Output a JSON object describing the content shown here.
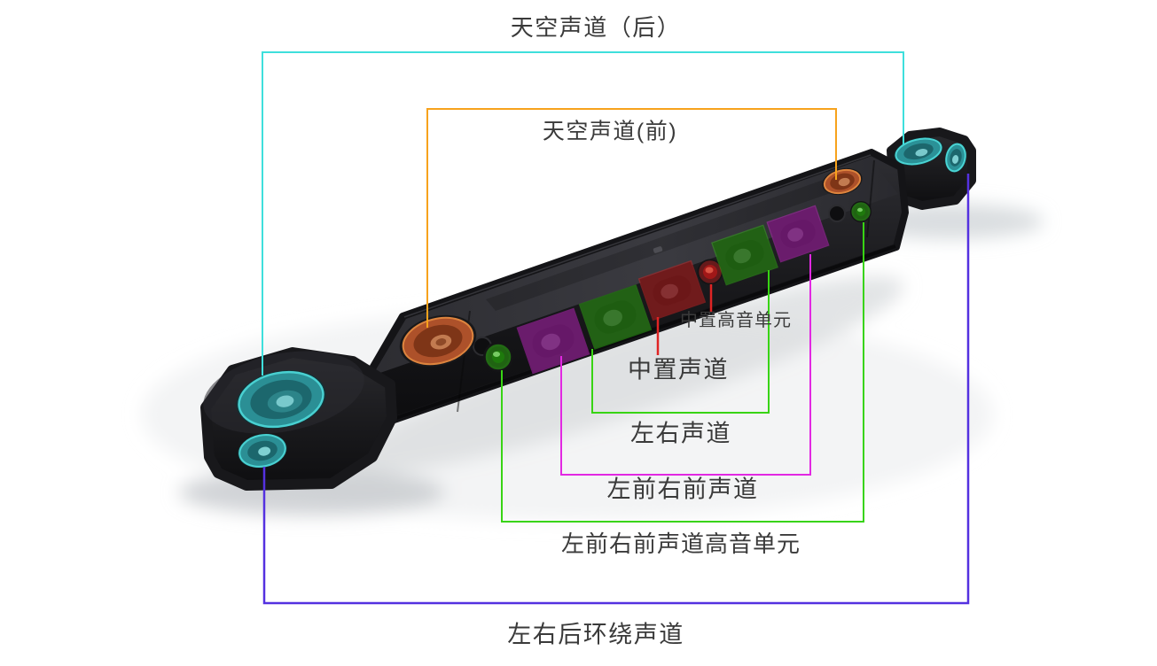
{
  "diagram": {
    "background_color": "#ffffff",
    "label_text_color": "#3a3a3a"
  },
  "annotations": [
    {
      "id": "sky-rear",
      "label": "天空声道（后）",
      "color": "#3EDFDC"
    },
    {
      "id": "sky-front",
      "label": "天空声道(前)",
      "color": "#F7A21C"
    },
    {
      "id": "center-tweeter",
      "label": "中置高音单元",
      "color": "#E02424"
    },
    {
      "id": "center-channel",
      "label": "中置声道",
      "color": "#E02424"
    },
    {
      "id": "left-right-channel",
      "label": "左右声道",
      "color": "#38D414"
    },
    {
      "id": "front-left-right-channel",
      "label": "左前右前声道",
      "color": "#E228E2"
    },
    {
      "id": "front-left-right-tweeter",
      "label": "左前右前声道高音单元",
      "color": "#38D414"
    },
    {
      "id": "rear-surround",
      "label": "左右后环绕声道",
      "color": "#5431E0"
    }
  ]
}
